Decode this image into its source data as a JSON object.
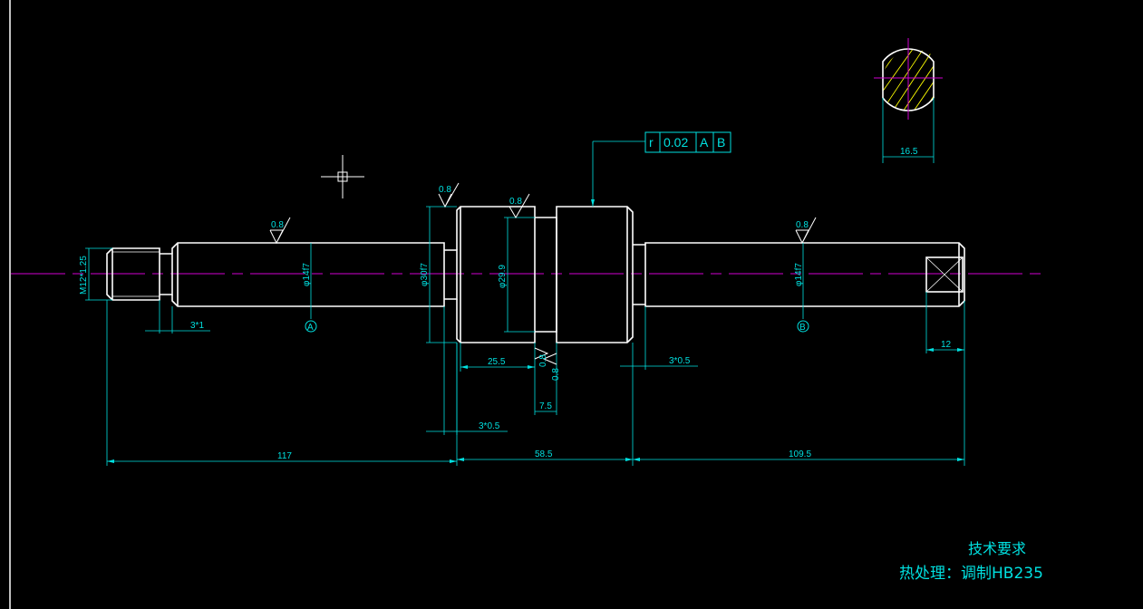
{
  "colors": {
    "background": "#000000",
    "outline": "#ffffff",
    "dimension": "#00e0e0",
    "centerline": "#d000d0",
    "hatch": "#ffff00"
  },
  "roughness_symbols": [
    "0.8",
    "0.8",
    "0.8",
    "0.8",
    "0.8",
    "0.8"
  ],
  "diameters": {
    "thread": "M12*1.25",
    "left_journal": "φ14f7",
    "shoulder": "φ30f7",
    "groove_section": "φ29.9",
    "right_journal": "φ14f7"
  },
  "datum_labels": [
    "A",
    "B"
  ],
  "feature_control_frame": {
    "symbol": "r",
    "tolerance": "0.02",
    "datum1": "A",
    "datum2": "B"
  },
  "dimensions": {
    "thread_undercut": "3*1",
    "shoulder_chamfer": "3*0.5",
    "right_chamfer": "3*0.5",
    "groove_length": "25.5",
    "groove_width": "7.5",
    "total_left": "117",
    "middle": "58.5",
    "total_right": "109.5",
    "flat_length": "12",
    "section_width": "16.5"
  },
  "notes": {
    "title": "技术要求",
    "line1": "热处理：调制HB235"
  }
}
